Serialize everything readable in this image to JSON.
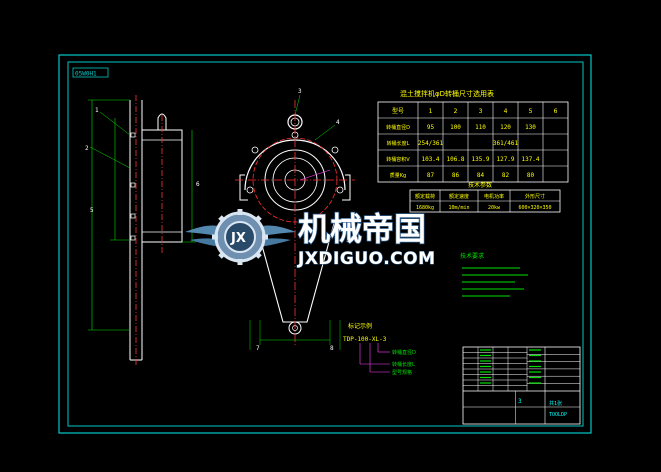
{
  "drawing": {
    "code_box": "05W0H1",
    "palette": {
      "background": "#000000",
      "frame": "#00c8c8",
      "outline": "#ffffff",
      "dimension": "#00e000",
      "centerline": "#ff3030",
      "leader": "#ff40ff",
      "table_text": "#ffff00",
      "label": "#00ffff"
    },
    "view_labels": [
      "1",
      "2",
      "3",
      "4",
      "5",
      "6",
      "7",
      "8"
    ]
  },
  "selection_table": {
    "title": "混土搅拌机φD转桶尺寸选用表",
    "header": [
      "型号",
      "1",
      "2",
      "3",
      "4",
      "5",
      "6"
    ],
    "rows": [
      {
        "label": "转桶直径D",
        "values": [
          "95",
          "100",
          "110",
          "120",
          "130",
          ""
        ]
      },
      {
        "label": "转桶长度L",
        "values": [
          "254/361",
          "",
          "",
          "361/461",
          "",
          ""
        ]
      },
      {
        "label": "转桶容积V",
        "values": [
          "103.4",
          "106.8",
          "135.9",
          "127.9",
          "137.4",
          ""
        ]
      },
      {
        "label": "质量Kg",
        "values": [
          "87",
          "86",
          "84",
          "82",
          "80",
          ""
        ]
      }
    ]
  },
  "params_table": {
    "title": "技术参数",
    "header": [
      "额定载荷",
      "额定速度",
      "电机功率",
      "外形尺寸"
    ],
    "values": [
      "1680kg",
      "10m/min",
      "20kw",
      "600×320×350"
    ]
  },
  "watermark": {
    "badge": "JX",
    "cn": "机械帝国",
    "en": "JXDIGUO.COM"
  },
  "notes_title": "技术要求",
  "callout": {
    "title": "标记示例",
    "code": "TDP-100-XL-3",
    "items": [
      "转桶直径D",
      "转桶长度L",
      "型号规格"
    ]
  },
  "title_block": {
    "name": "3",
    "code": "TOOLDP",
    "sheet": "共1张"
  }
}
